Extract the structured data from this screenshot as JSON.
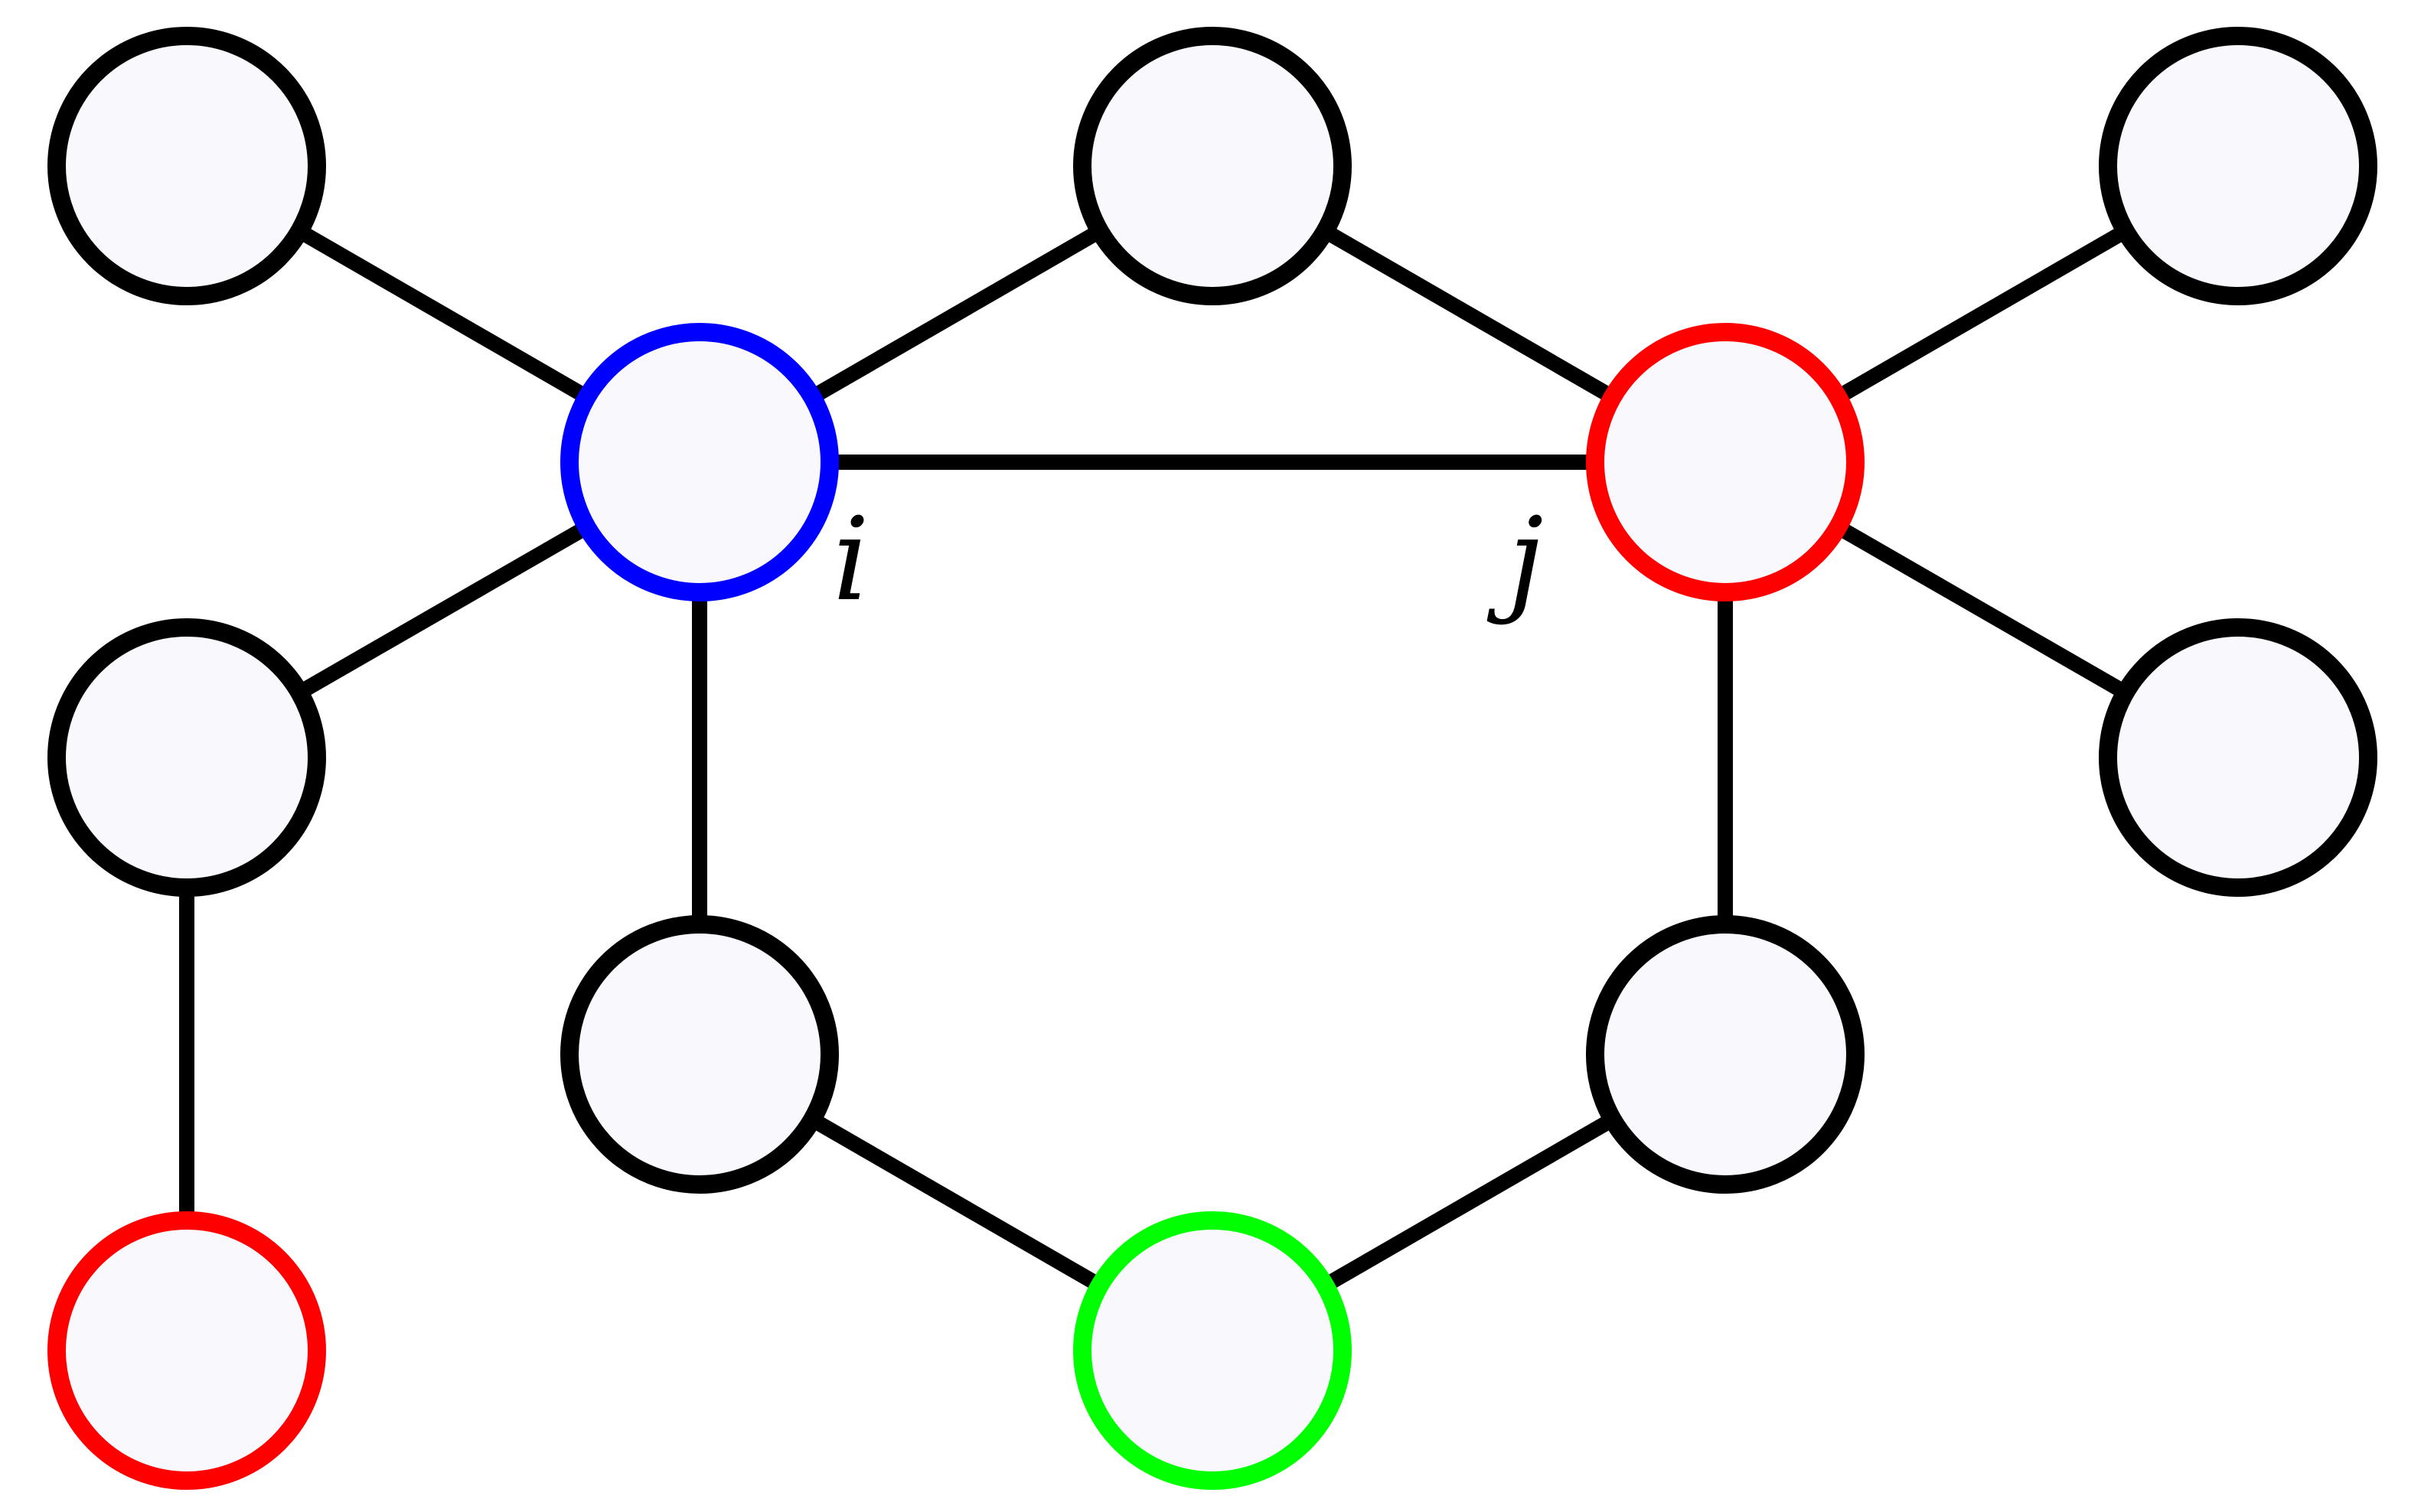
{
  "diagram": {
    "type": "graph",
    "colors": {
      "node_fill": "#f8f8fd",
      "edge": "#000000",
      "default_border": "#000000"
    },
    "nodes": [
      {
        "id": "n1",
        "name": "node-top-left",
        "label": "",
        "border": "#000000"
      },
      {
        "id": "n2",
        "name": "node-top-center",
        "label": "",
        "border": "#000000"
      },
      {
        "id": "n3",
        "name": "node-top-right",
        "label": "",
        "border": "#000000"
      },
      {
        "id": "i",
        "name": "node-i",
        "label": "i",
        "border": "#0000ff"
      },
      {
        "id": "j",
        "name": "node-j",
        "label": "j",
        "border": "#ff0000"
      },
      {
        "id": "n6",
        "name": "node-mid-left",
        "label": "",
        "border": "#000000"
      },
      {
        "id": "n7",
        "name": "node-mid-right",
        "label": "",
        "border": "#000000"
      },
      {
        "id": "n8",
        "name": "node-lower-left-ring",
        "label": "",
        "border": "#000000"
      },
      {
        "id": "n9",
        "name": "node-lower-right-ring",
        "label": "",
        "border": "#000000"
      },
      {
        "id": "n10",
        "name": "node-bottom-left",
        "label": "",
        "border": "#ff0000"
      },
      {
        "id": "n11",
        "name": "node-bottom-center",
        "label": "",
        "border": "#00ff00"
      }
    ],
    "edges": [
      [
        "n1",
        "i"
      ],
      [
        "i",
        "n2"
      ],
      [
        "n2",
        "j"
      ],
      [
        "j",
        "n3"
      ],
      [
        "i",
        "j"
      ],
      [
        "i",
        "n6"
      ],
      [
        "j",
        "n7"
      ],
      [
        "i",
        "n8"
      ],
      [
        "j",
        "n9"
      ],
      [
        "n6",
        "n10"
      ],
      [
        "n8",
        "n11"
      ],
      [
        "n11",
        "n9"
      ]
    ]
  }
}
